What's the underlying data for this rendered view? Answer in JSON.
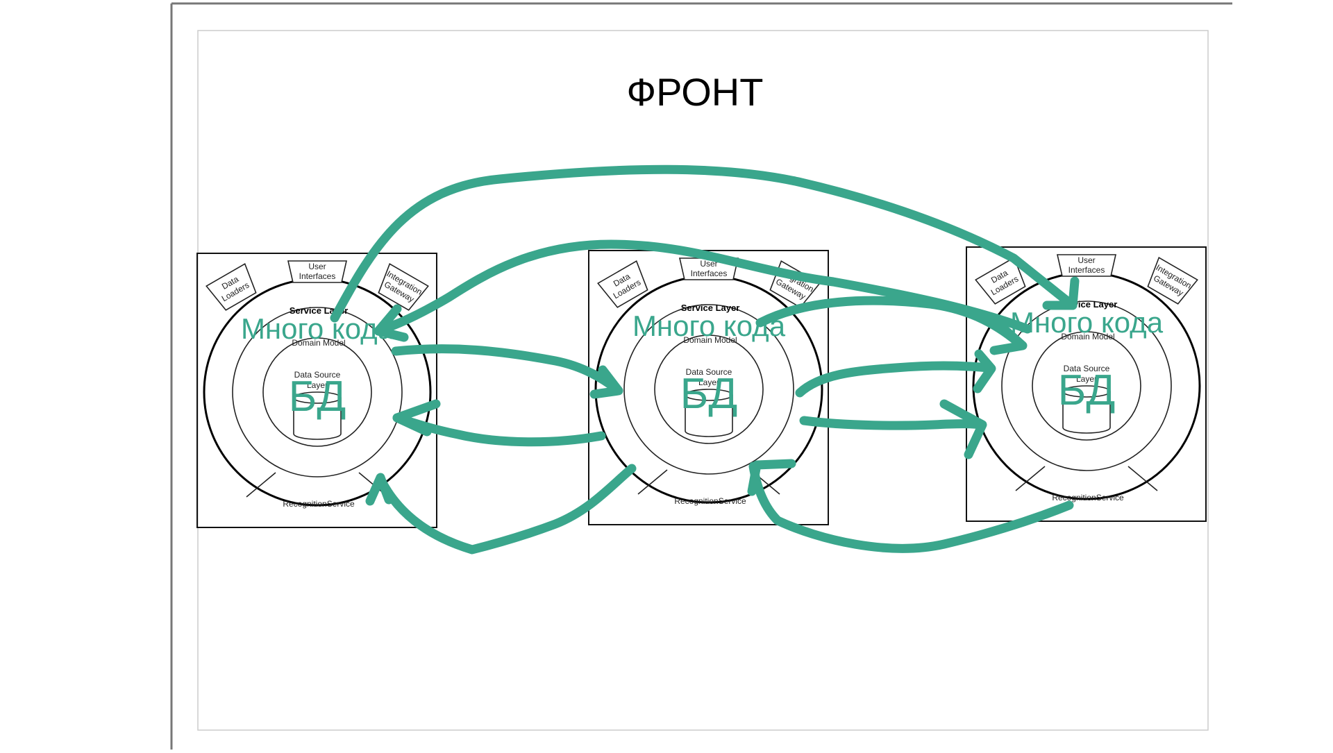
{
  "slide": {
    "title": "ФРОНТ"
  },
  "diagram": {
    "labels": {
      "data_loaders": [
        "Data",
        "Loaders"
      ],
      "user_interfaces": [
        "User",
        "Interfaces"
      ],
      "integration_gateway": [
        "Integration",
        "Gateway"
      ],
      "service_layer": "Service Layer",
      "domain_model": "Domain Model",
      "data_source_layer": [
        "Data Source",
        "Layer"
      ],
      "recognition_service": "RecognitionService"
    },
    "annotations": {
      "code_label": "Много кода",
      "db_label": "БД"
    },
    "ink_color": "#3aa68c"
  }
}
